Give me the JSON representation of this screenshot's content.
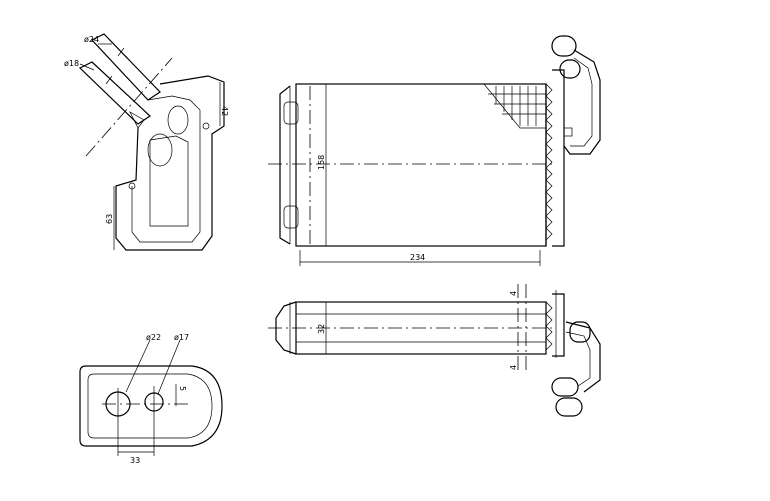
{
  "dimensions": {
    "side_outlet_dia": "ø24",
    "side_inlet_dia": "ø18",
    "side_top_height": "42",
    "side_bottom_height": "63",
    "front_height": "158",
    "front_width": "234",
    "top_thickness": "32",
    "top_gap_upper": "4",
    "top_gap_lower": "4",
    "end_large_dia": "ø22",
    "end_small_dia": "ø17",
    "end_spacing": "33",
    "end_small_offset": "5"
  }
}
